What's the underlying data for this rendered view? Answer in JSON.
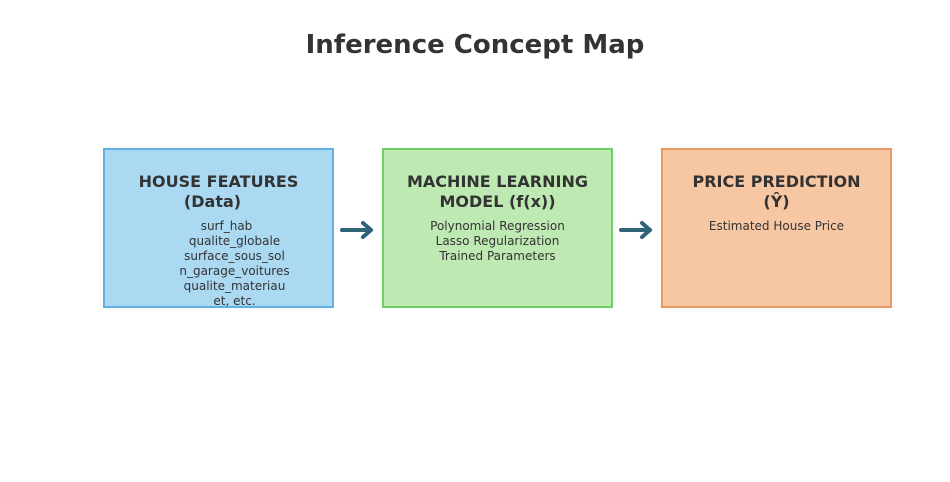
{
  "title": "Inference Concept Map",
  "colors": {
    "features_fill": "#aad9f1",
    "features_border": "#5fb2e4",
    "model_fill": "#bee9b3",
    "model_border": "#6fcf64",
    "prediction_fill": "#f7c6a2",
    "prediction_border": "#e99a63",
    "arrow": "#2f6378"
  },
  "boxes": {
    "features": {
      "title_line1": "HOUSE FEATURES",
      "title_line2": "(Data)",
      "lines": [
        "surf_hab",
        "qualite_globale",
        "surface_sous_sol",
        "n_garage_voitures",
        "qualite_materiau",
        "et, etc."
      ]
    },
    "model": {
      "title_line1": "MACHINE LEARNING",
      "title_line2": "MODEL (f(x))",
      "lines": [
        "Polynomial Regression",
        "Lasso Regularization",
        "Trained Parameters"
      ]
    },
    "prediction": {
      "title_line1": "PRICE PREDICTION",
      "title_line2": "(Ŷ)",
      "lines": [
        "Estimated House Price"
      ]
    }
  },
  "arrows": [
    {
      "from": "features",
      "to": "model",
      "icon": "arrow-right-icon"
    },
    {
      "from": "model",
      "to": "prediction",
      "icon": "arrow-right-icon"
    }
  ]
}
